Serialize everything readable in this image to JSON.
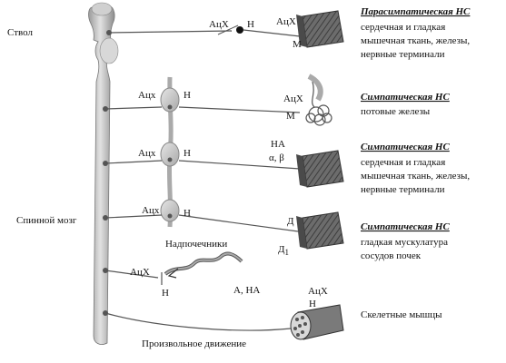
{
  "left_labels": {
    "brainstem": "Ствол",
    "spinal_cord": "Спинной мозг"
  },
  "rows": [
    {
      "title": "Парасимпатическая НС",
      "lines": [
        "сердечная и гладкая",
        "мышечная ткань, железы,",
        "нервные терминали"
      ]
    },
    {
      "title": "Симпатическая НС",
      "lines": [
        "потовые железы"
      ]
    },
    {
      "title": "Симпатическая НС",
      "lines": [
        "сердечная и гладкая",
        "мышечная ткань, железы,",
        "нервные терминали"
      ]
    },
    {
      "title": "Симпатическая НС",
      "lines": [
        "гладкая мускулатура",
        "сосудов почек"
      ]
    },
    {
      "title": "",
      "lines": [
        "Скелетные мышцы"
      ]
    }
  ],
  "labels": {
    "r1_ach_left": "АцХ",
    "r1_n": "Н",
    "r1_ach_right": "АцХ",
    "r1_m": "М",
    "r2_ach": "Ацх",
    "r2_n": "Н",
    "r2_ach_right": "АцХ",
    "r2_m": "М",
    "r3_ach": "Ацх",
    "r3_n": "Н",
    "r3_na": "НА",
    "r3_ab": "α, β",
    "r4_ach": "Ацх",
    "r4_n": "Н",
    "r4_d": "Д",
    "r4_d1": "Д",
    "r4_d1_sub": "1",
    "adrenal": "Надпочечники",
    "r5_ach": "АцХ",
    "r5_n": "Н",
    "r5_a_na": "А, НА",
    "r6_ach": "АцХ",
    "r6_n": "Н",
    "voluntary": "Произвольное движение"
  }
}
